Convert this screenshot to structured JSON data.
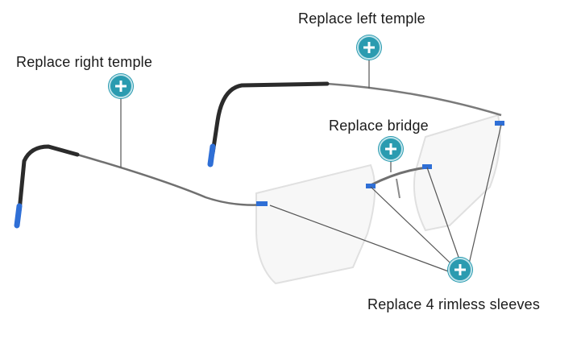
{
  "callouts": {
    "left_temple": {
      "label": "Replace left temple",
      "icon": "plus-icon"
    },
    "right_temple": {
      "label": "Replace right temple",
      "icon": "plus-icon"
    },
    "bridge": {
      "label": "Replace bridge",
      "icon": "plus-icon"
    },
    "sleeves": {
      "label": "Replace 4 rimless sleeves",
      "icon": "plus-icon"
    }
  },
  "colors": {
    "accent": "#2a9bb0",
    "frame": "#6e6e6e",
    "temple_tip": "#2b2b2b",
    "sleeve_blue": "#2f6fd6",
    "lens_outline": "#e2e2e2"
  }
}
